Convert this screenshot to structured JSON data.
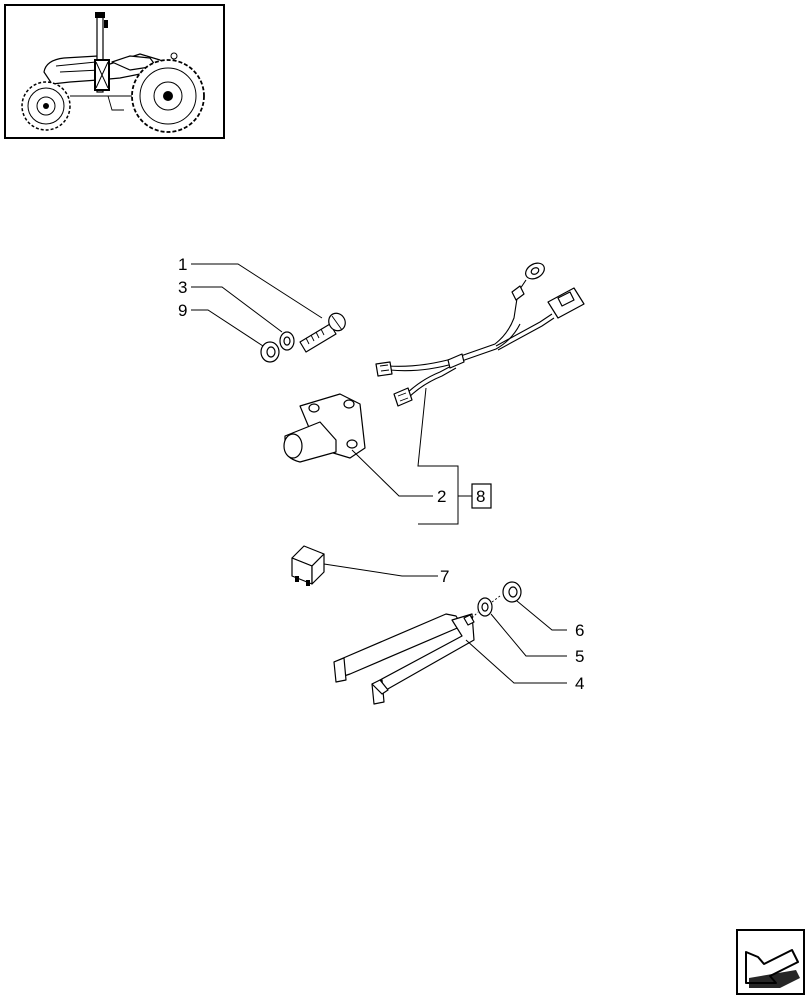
{
  "callouts": {
    "c1": "1",
    "c3": "3",
    "c9": "9",
    "c2": "2",
    "c8": "8",
    "c7": "7",
    "c6": "6",
    "c5": "5",
    "c4": "4"
  },
  "icons": {
    "thumbnail": "tractor-thumbnail-icon",
    "nav": "next-page-arrow-icon"
  }
}
